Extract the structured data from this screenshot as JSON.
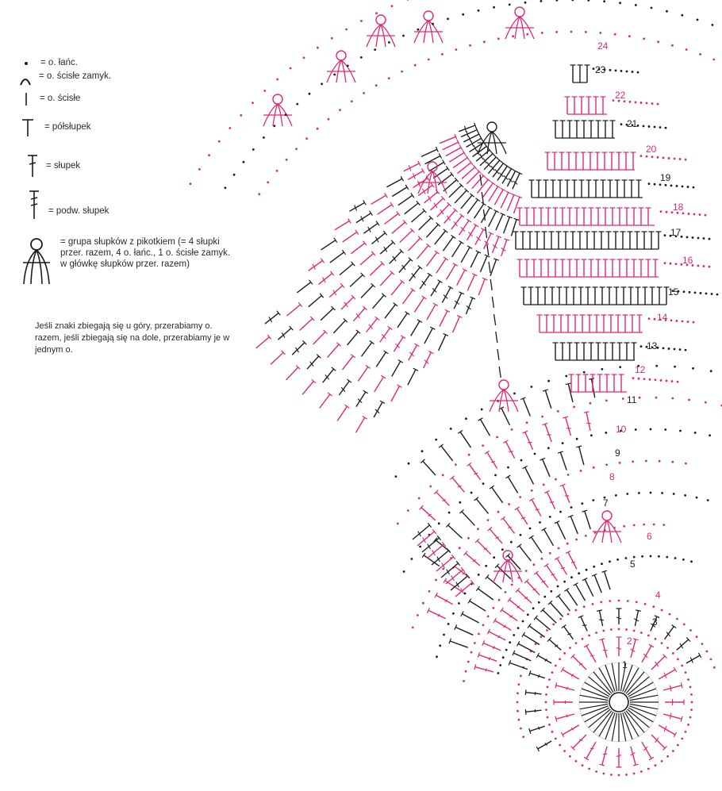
{
  "legend": {
    "items": [
      {
        "symbol": "chain-stitch-dot-icon",
        "label": "= o. łańc."
      },
      {
        "symbol": "slip-stitch-closing-arc-icon",
        "label": "= o. ścisłe zamyk."
      },
      {
        "symbol": "slip-stitch-line-icon",
        "label": "= o. ścisłe"
      },
      {
        "symbol": "half-double-crochet-icon",
        "label": "= półsłupek"
      },
      {
        "symbol": "double-crochet-icon",
        "label": "= słupek"
      },
      {
        "symbol": "treble-crochet-icon",
        "label": "= podw. słupek"
      },
      {
        "symbol": "cluster-with-picot-icon",
        "label": "= grupa słupków z pikotkiem (= 4 słupki przer. razem, 4 o. łańc., 1 o. ścisłe zamyk. w główkę słupków przer. razem)"
      }
    ],
    "note": "Jeśli znaki zbiegają się u góry, przerabiamy o. razem, jeśli zbiegają się na dole, przerabiamy je w jednym o."
  },
  "colors": {
    "black": "#1c1c1c",
    "pink": "#e0286e",
    "text": "#2a2a2a"
  },
  "rounds": [
    {
      "label": "1",
      "color": "black"
    },
    {
      "label": "2",
      "color": "pink"
    },
    {
      "label": "3",
      "color": "black"
    },
    {
      "label": "4",
      "color": "pink"
    },
    {
      "label": "5",
      "color": "black"
    },
    {
      "label": "6",
      "color": "pink"
    },
    {
      "label": "7",
      "color": "black"
    },
    {
      "label": "8",
      "color": "pink"
    },
    {
      "label": "9",
      "color": "black"
    },
    {
      "label": "10",
      "color": "pink"
    },
    {
      "label": "11",
      "color": "black"
    },
    {
      "label": "12",
      "color": "pink"
    },
    {
      "label": "13",
      "color": "black"
    },
    {
      "label": "14",
      "color": "pink"
    },
    {
      "label": "15",
      "color": "black"
    },
    {
      "label": "16",
      "color": "pink"
    },
    {
      "label": "17",
      "color": "black"
    },
    {
      "label": "18",
      "color": "pink"
    },
    {
      "label": "19",
      "color": "black"
    },
    {
      "label": "20",
      "color": "pink"
    },
    {
      "label": "21",
      "color": "black"
    },
    {
      "label": "22",
      "color": "pink"
    },
    {
      "label": "23",
      "color": "black"
    },
    {
      "label": "24",
      "color": "pink"
    }
  ]
}
